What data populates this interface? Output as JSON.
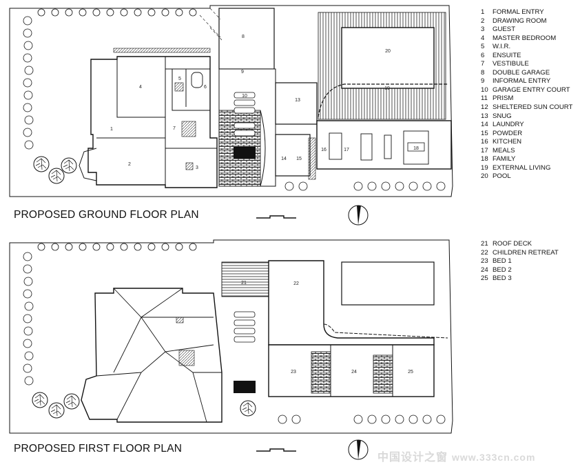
{
  "titles": {
    "ground": "PROPOSED GROUND FLOOR PLAN",
    "first": "PROPOSED FIRST FLOOR PLAN"
  },
  "legend_ground": [
    {
      "num": "1",
      "label": "FORMAL ENTRY"
    },
    {
      "num": "2",
      "label": "DRAWING ROOM"
    },
    {
      "num": "3",
      "label": "GUEST"
    },
    {
      "num": "4",
      "label": "MASTER BEDROOM"
    },
    {
      "num": "5",
      "label": "W.I.R."
    },
    {
      "num": "6",
      "label": "ENSUITE"
    },
    {
      "num": "7",
      "label": "VESTIBULE"
    },
    {
      "num": "8",
      "label": "DOUBLE GARAGE"
    },
    {
      "num": "9",
      "label": "INFORMAL ENTRY"
    },
    {
      "num": "10",
      "label": "GARAGE ENTRY COURT"
    },
    {
      "num": "11",
      "label": "PRISM"
    },
    {
      "num": "12",
      "label": "SHELTERED SUN COURT"
    },
    {
      "num": "13",
      "label": "SNUG"
    },
    {
      "num": "14",
      "label": "LAUNDRY"
    },
    {
      "num": "15",
      "label": "POWDER"
    },
    {
      "num": "16",
      "label": "KITCHEN"
    },
    {
      "num": "17",
      "label": "MEALS"
    },
    {
      "num": "18",
      "label": "FAMILY"
    },
    {
      "num": "19",
      "label": "EXTERNAL LIVING"
    },
    {
      "num": "20",
      "label": "POOL"
    }
  ],
  "legend_first": [
    {
      "num": "21",
      "label": "ROOF DECK"
    },
    {
      "num": "22",
      "label": "CHILDREN RETREAT"
    },
    {
      "num": "23",
      "label": "BED 1"
    },
    {
      "num": "24",
      "label": "BED 2"
    },
    {
      "num": "25",
      "label": "BED 3"
    }
  ],
  "room_numbers": {
    "r1": "1",
    "r2": "2",
    "r3": "3",
    "r4": "4",
    "r5": "5",
    "r6": "6",
    "r7": "7",
    "r8": "8",
    "r9": "9",
    "r10": "10",
    "r13": "13",
    "r14": "14",
    "r15": "15",
    "r16": "16",
    "r17": "17",
    "r18": "18",
    "r19": "19",
    "r20": "20",
    "r21": "21",
    "r22": "22",
    "r23": "23",
    "r24": "24",
    "r25": "25"
  },
  "watermark": {
    "brand": "中国设计之窗",
    "url": "www.333cn.com"
  }
}
